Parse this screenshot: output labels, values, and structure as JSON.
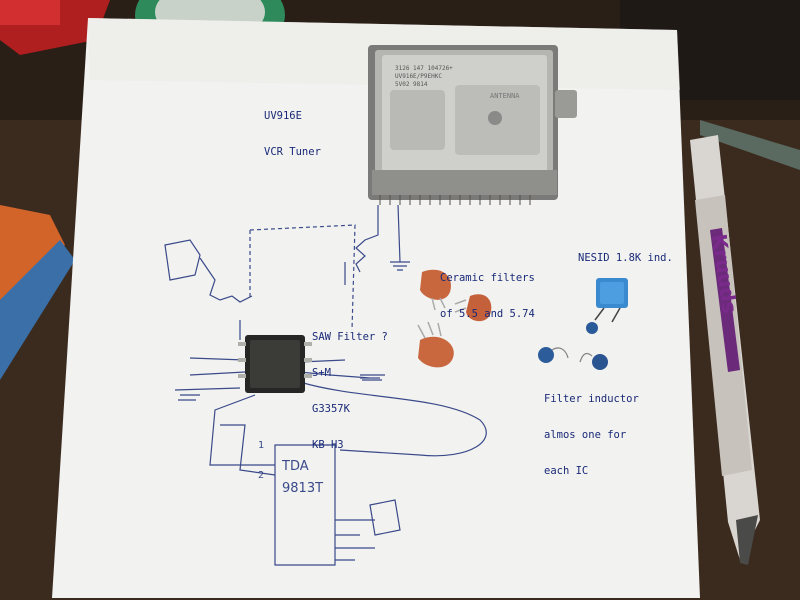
{
  "photo": {
    "tuner_label": {
      "line1": "UV916E",
      "line2": "VCR Tuner"
    },
    "ceramic_label": {
      "line1": "Ceramic filters",
      "line2": "of 5.5 and 5.74"
    },
    "nesid_label": "NESID 1.8K ind.",
    "saw_label": {
      "line1": "SAW Filter ?",
      "line2": "S+M",
      "line3": "G3357K",
      "line4": "KB-H3"
    },
    "inductor_label": {
      "line1": "Filter inductor",
      "line2": "almos one for",
      "line3": "each IC"
    },
    "tuner_can_text": {
      "line1": "3126 147 104726+",
      "line2": "UV916E/P9EHKC",
      "line3": "5V02 9814",
      "antenna": "ANTENNA"
    },
    "sketch_chip": {
      "line1": "TDA",
      "line2": "9813T"
    },
    "sketch_pins": {
      "pin1": "1",
      "pin2": "2"
    },
    "pen_brand": "Kruuds",
    "colors": {
      "paper": "#f2f2f0",
      "ink": "#1a2a78",
      "table": "#3a2a1e",
      "ceramic": "#c8643c",
      "nesid": "#3a8ad0"
    }
  }
}
